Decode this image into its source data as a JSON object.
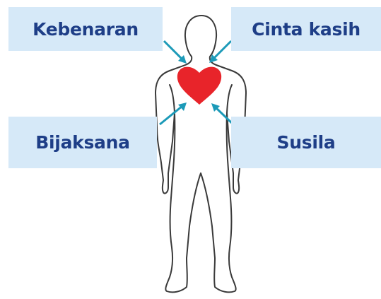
{
  "labels": {
    "top_left": "Kebenaran",
    "top_right": "Cinta kasih",
    "bottom_left": "Bijaksana",
    "bottom_right": "Susila"
  },
  "colors": {
    "box_fill": "#d6e9f8",
    "label_text": "#1e3e87",
    "arrow": "#1c9ab8",
    "heart": "#e8242a",
    "body_outline": "#3a3a3a"
  },
  "icons": {
    "figure": "human-body-outline-icon",
    "heart": "heart-icon"
  }
}
